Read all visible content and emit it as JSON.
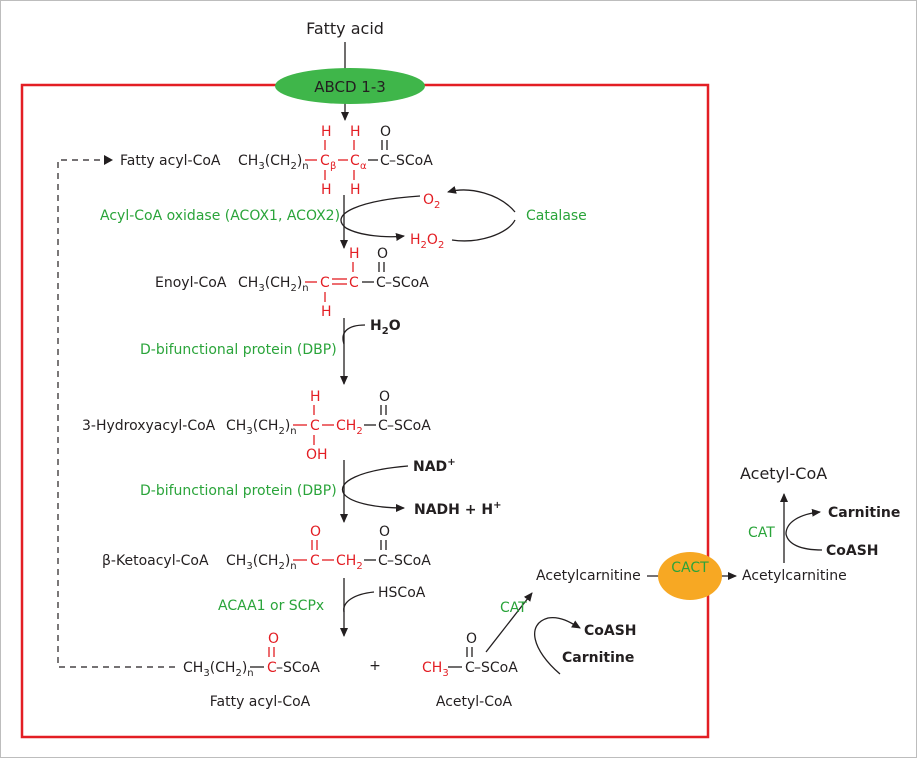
{
  "input": "Fatty acid",
  "transporter_in": "ABCD 1-3",
  "steps": {
    "fatty_acyl_coa": "Fatty acyl-CoA",
    "enoyl_coa": "Enoyl-CoA",
    "hydroxyacyl_coa": "3-Hydroxyacyl-CoA",
    "ketoacyl_coa": "β-Ketoacyl-CoA"
  },
  "enzymes": {
    "acox": "Acyl-CoA oxidase (ACOX1, ACOX2)",
    "dbp1": "D-bifunctional protein (DBP)",
    "dbp2": "D-bifunctional protein (DBP)",
    "thiolase": "ACAA1 or SCPx",
    "catalase": "Catalase",
    "cat_in": "CAT",
    "cat_out": "CAT",
    "cact": "CACT"
  },
  "cofactors": {
    "o2": "O",
    "o2_sub": "2",
    "h2o2_a": "H",
    "h2o2_sub1": "2",
    "h2o2_b": "O",
    "h2o2_sub2": "2",
    "water": "H",
    "water_sub": "2",
    "water_o": "O",
    "nad": "NAD",
    "nad_sup": "+",
    "nadh": "NADH + H",
    "nadh_sup": "+",
    "hscoa": "HSCoA"
  },
  "formula": {
    "ch3ch2": "CH",
    "sub3": "3",
    "ch2paren": "(CH",
    "sub2": "2",
    "paren_close": ")",
    "n": "n",
    "dash": "–",
    "c": "C",
    "h": "H",
    "o": "O",
    "oh": "OH",
    "eq": "=",
    "scoa": "–SCoA",
    "beta": "β",
    "alpha": "α",
    "ch2": "CH",
    "ch3": "CH"
  },
  "products": {
    "fatty_acyl_coa": "Fatty acyl-CoA",
    "plus": "+",
    "acetyl_coa": "Acetyl-CoA"
  },
  "carnitine_shuttle": {
    "acetylcarnitine_in": "Acetylcarnitine",
    "acetylcarnitine_out": "Acetylcarnitine",
    "coash_in": "CoASH",
    "carnitine_in": "Carnitine",
    "acetyl_coa_out": "Acetyl-CoA",
    "carnitine_out": "Carnitine",
    "coash_out": "CoASH"
  },
  "colors": {
    "membrane": "#e31e24",
    "ellipse_green": "#3fb64a",
    "ellipse_orange": "#f7a823",
    "enzyme_text": "#2aa43a",
    "chem_red": "#e31e24",
    "text": "#231f20"
  }
}
